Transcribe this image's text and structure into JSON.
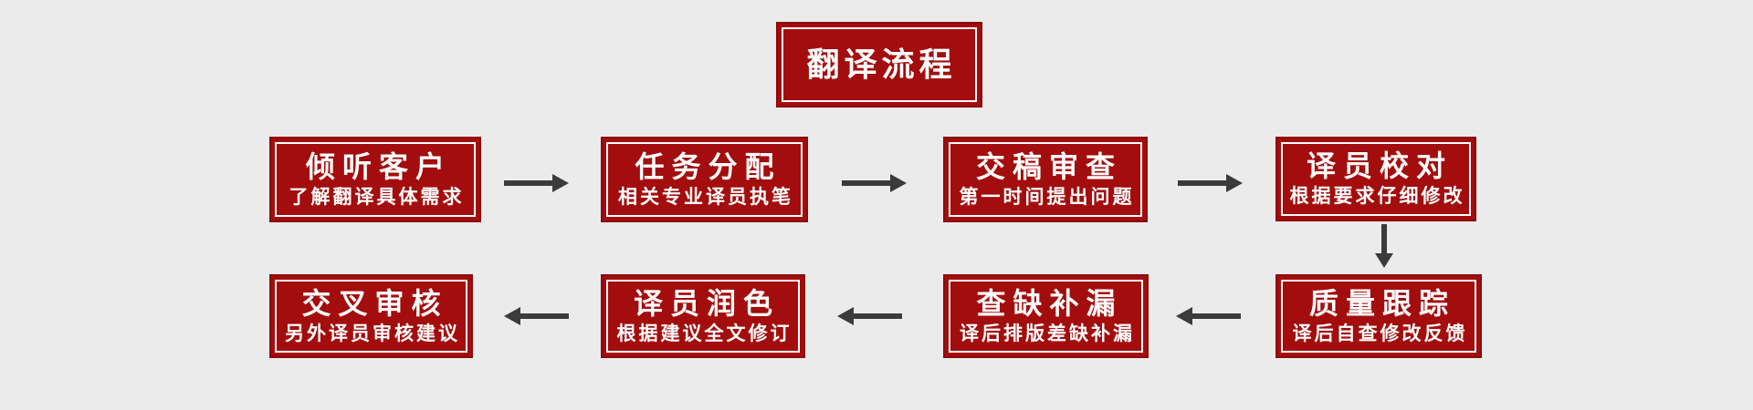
{
  "page": {
    "background_color": "#ebebeb"
  },
  "colors": {
    "box_fill": "#a30d0d",
    "box_outer_border": "#8c0a0a",
    "box_inner_border": "#ffffff",
    "text": "#ffffff",
    "arrow": "#3b3b3b"
  },
  "title": {
    "label": "翻译流程"
  },
  "flow": {
    "row1": [
      {
        "title": "倾听客户",
        "subtitle": "了解翻译具体需求"
      },
      {
        "title": "任务分配",
        "subtitle": "相关专业译员执笔"
      },
      {
        "title": "交稿审查",
        "subtitle": "第一时间提出问题"
      },
      {
        "title": "译员校对",
        "subtitle": "根据要求仔细修改"
      }
    ],
    "row2": [
      {
        "title": "交叉审核",
        "subtitle": "另外译员审核建议"
      },
      {
        "title": "译员润色",
        "subtitle": "根据建议全文修订"
      },
      {
        "title": "查缺补漏",
        "subtitle": "译后排版差缺补漏"
      },
      {
        "title": "质量跟踪",
        "subtitle": "译后自查修改反馈"
      }
    ]
  },
  "arrows": [
    {
      "icon": "arrow-right-icon",
      "from": "倾听客户",
      "to": "任务分配"
    },
    {
      "icon": "arrow-right-icon",
      "from": "任务分配",
      "to": "交稿审查"
    },
    {
      "icon": "arrow-right-icon",
      "from": "交稿审查",
      "to": "译员校对"
    },
    {
      "icon": "arrow-down-icon",
      "from": "译员校对",
      "to": "质量跟踪"
    },
    {
      "icon": "arrow-left-icon",
      "from": "质量跟踪",
      "to": "查缺补漏"
    },
    {
      "icon": "arrow-left-icon",
      "from": "查缺补漏",
      "to": "译员润色"
    },
    {
      "icon": "arrow-left-icon",
      "from": "译员润色",
      "to": "交叉审核"
    }
  ]
}
